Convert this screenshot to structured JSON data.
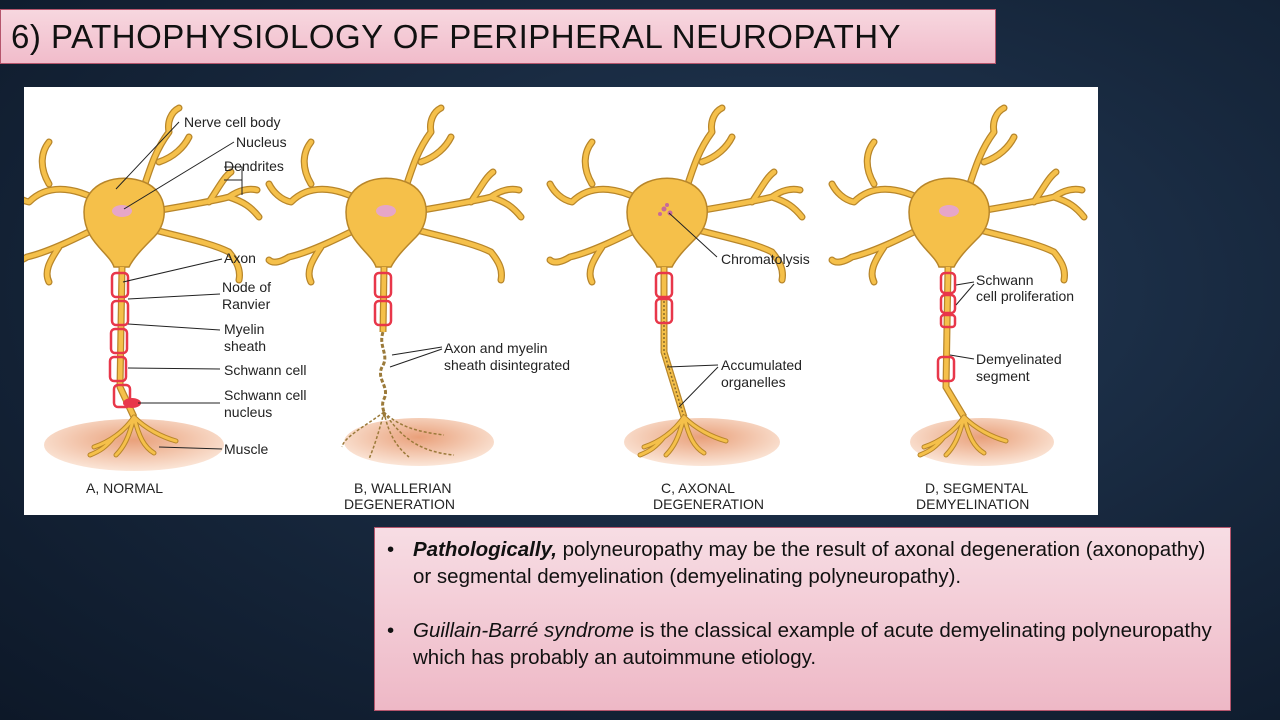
{
  "title": "6) PATHOPHYSIOLOGY OF PERIPHERAL NEUROPATHY",
  "figure": {
    "labels": {
      "nerve_cell_body": "Nerve cell body",
      "nucleus": "Nucleus",
      "dendrites": "Dendrites",
      "axon": "Axon",
      "node_of_ranvier_1": "Node of",
      "node_of_ranvier_2": "Ranvier",
      "myelin_sheath_1": "Myelin",
      "myelin_sheath_2": "sheath",
      "schwann_cell": "Schwann cell",
      "schwann_cell_nucleus_1": "Schwann cell",
      "schwann_cell_nucleus_2": "nucleus",
      "muscle": "Muscle",
      "disintegrated_1": "Axon and myelin",
      "disintegrated_2": "sheath disintegrated",
      "chromatolysis": "Chromatolysis",
      "accumulated_1": "Accumulated",
      "accumulated_2": "organelles",
      "schwann_prolif_1": "Schwann",
      "schwann_prolif_2": "cell proliferation",
      "demyelinated_1": "Demyelinated",
      "demyelinated_2": "segment"
    },
    "captions": {
      "a_1": "A, NORMAL",
      "b_1": "B, WALLERIAN",
      "b_2": "DEGENERATION",
      "c_1": "C, AXONAL",
      "c_2": "DEGENERATION",
      "d_1": "D, SEGMENTAL",
      "d_2": "DEMYELINATION"
    },
    "colors": {
      "neuron": "#f5c04a",
      "neuron_outline": "#b8862a",
      "myelin": "#e8374a",
      "muscle": "#d9865a"
    }
  },
  "bullets": [
    {
      "lead": "Pathologically,",
      "text": " polyneuropathy may be the result of axonal degeneration (axonopathy) or segmental demyelination (demyelinating polyneuropathy)."
    },
    {
      "lead": "Guillain-Barré syndrome",
      "text": " is the classical example of acute demyelinating polyneuropathy which has probably an autoimmune etiology."
    }
  ]
}
